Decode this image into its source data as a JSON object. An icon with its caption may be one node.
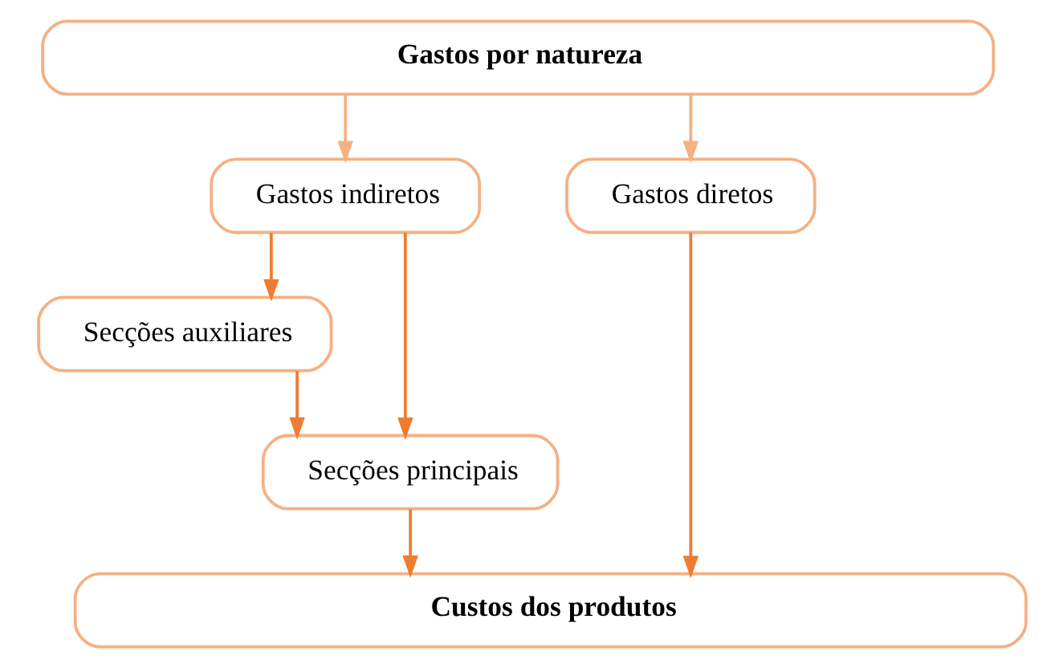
{
  "diagram": {
    "nodes": [
      {
        "text": [
          "Gastos por natureza"
        ]
      },
      {
        "text": [
          "Gastos indiretos"
        ]
      },
      {
        "text": [
          "Gastos diretos"
        ]
      },
      {
        "text": [
          "Secções auxiliares"
        ]
      },
      {
        "text": [
          "Secções principais"
        ]
      },
      {
        "text": [
          "Custos dos produtos"
        ]
      }
    ],
    "edges": [
      {
        "from": 0,
        "to": 1,
        "arrow": "to",
        "color": "#f4b183"
      },
      {
        "from": 0,
        "to": 2,
        "arrow": "to",
        "color": "#f4b183"
      },
      {
        "from": 1,
        "to": 3,
        "arrow": "to"
      },
      {
        "from": 1,
        "to": 4,
        "arrow": "to"
      },
      {
        "from": 3,
        "to": 4,
        "arrow": "to"
      },
      {
        "from": 4,
        "to": 5,
        "arrow": "to"
      },
      {
        "from": 2,
        "to": 5,
        "arrow": "to"
      }
    ]
  }
}
